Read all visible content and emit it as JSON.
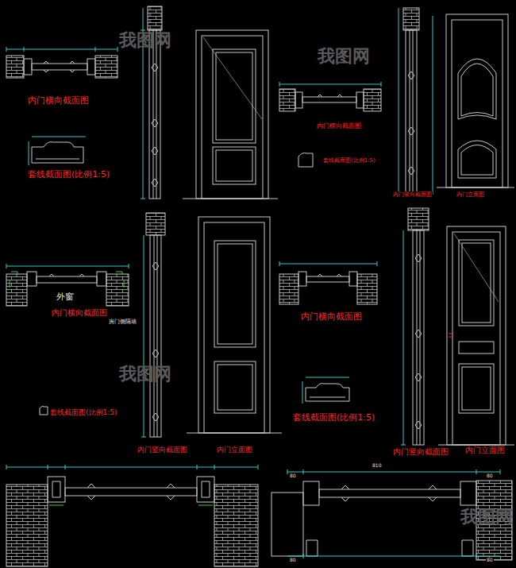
{
  "diagram": {
    "labels": [
      "内门横向截面图",
      "套线截面图(比例1:5)",
      "内门横向截面图",
      "套线截面图(比例1:5)",
      "内门竖向截面图",
      "内门立面图",
      "外窗",
      "内门横向截面图",
      "房门侧隔墙",
      "套线截面图(比例1:5)",
      "内门横向截面图",
      "套线截面图(比例1:5)",
      "内门竖向截面图",
      "内门立面图",
      "内门竖向截面图",
      "内门立面图",
      "810",
      "80",
      "80",
      "80",
      "80",
      "我图网",
      "我图网",
      "我图网",
      "我图网"
    ]
  }
}
